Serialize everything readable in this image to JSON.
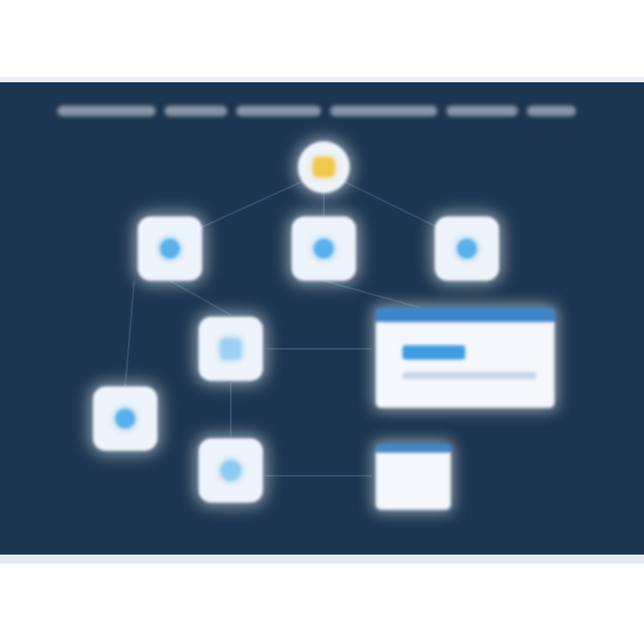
{
  "diagram": {
    "title": "",
    "colors": {
      "background": "#ffffff",
      "panel": "#1c3550",
      "node": "#eef4fb",
      "node_glyph": "#5ab0ea",
      "root_glyph": "#f3c850",
      "card_header": "#3f86c9",
      "connector": "#3a5675"
    },
    "nodes": [
      {
        "id": "root",
        "icon": "star-icon"
      },
      {
        "id": "left",
        "icon": "globe-icon"
      },
      {
        "id": "center",
        "icon": "globe-icon"
      },
      {
        "id": "right",
        "icon": "globe-icon"
      },
      {
        "id": "mid-left",
        "icon": "document-icon"
      },
      {
        "id": "far-left",
        "icon": "globe-icon"
      },
      {
        "id": "bottom-left",
        "icon": "globe-icon"
      }
    ],
    "cards": [
      {
        "id": "detail-card",
        "type": "window"
      },
      {
        "id": "small-card",
        "type": "window"
      }
    ]
  }
}
